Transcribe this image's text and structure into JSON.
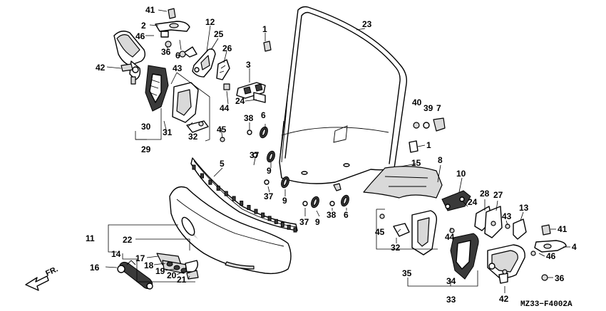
{
  "callouts": {
    "c1": "1",
    "c2": "2",
    "c3": "3",
    "c4": "4",
    "c5": "5",
    "c6": "6",
    "c7": "7",
    "c8": "8",
    "c9": "9",
    "c10": "10",
    "c11": "11",
    "c12": "12",
    "c13": "13",
    "c14": "14",
    "c15": "15",
    "c16": "16",
    "c17": "17",
    "c18": "18",
    "c19": "19",
    "c20": "20",
    "c21": "21",
    "c22": "22",
    "c23": "23",
    "c24": "24",
    "c25": "25",
    "c26": "26",
    "c27": "27",
    "c28": "28",
    "c29": "29",
    "c30": "30",
    "c31": "31",
    "c32": "32",
    "c33": "33",
    "c34": "34",
    "c35": "35",
    "c36": "36",
    "c37": "37",
    "c38": "38",
    "c39": "39",
    "c40": "40",
    "c41": "41",
    "c42": "42",
    "c43": "43",
    "c44": "44",
    "c45": "45",
    "c46": "46"
  },
  "direction_label": "FR.",
  "drawing_code": "MZ33−F4002A"
}
